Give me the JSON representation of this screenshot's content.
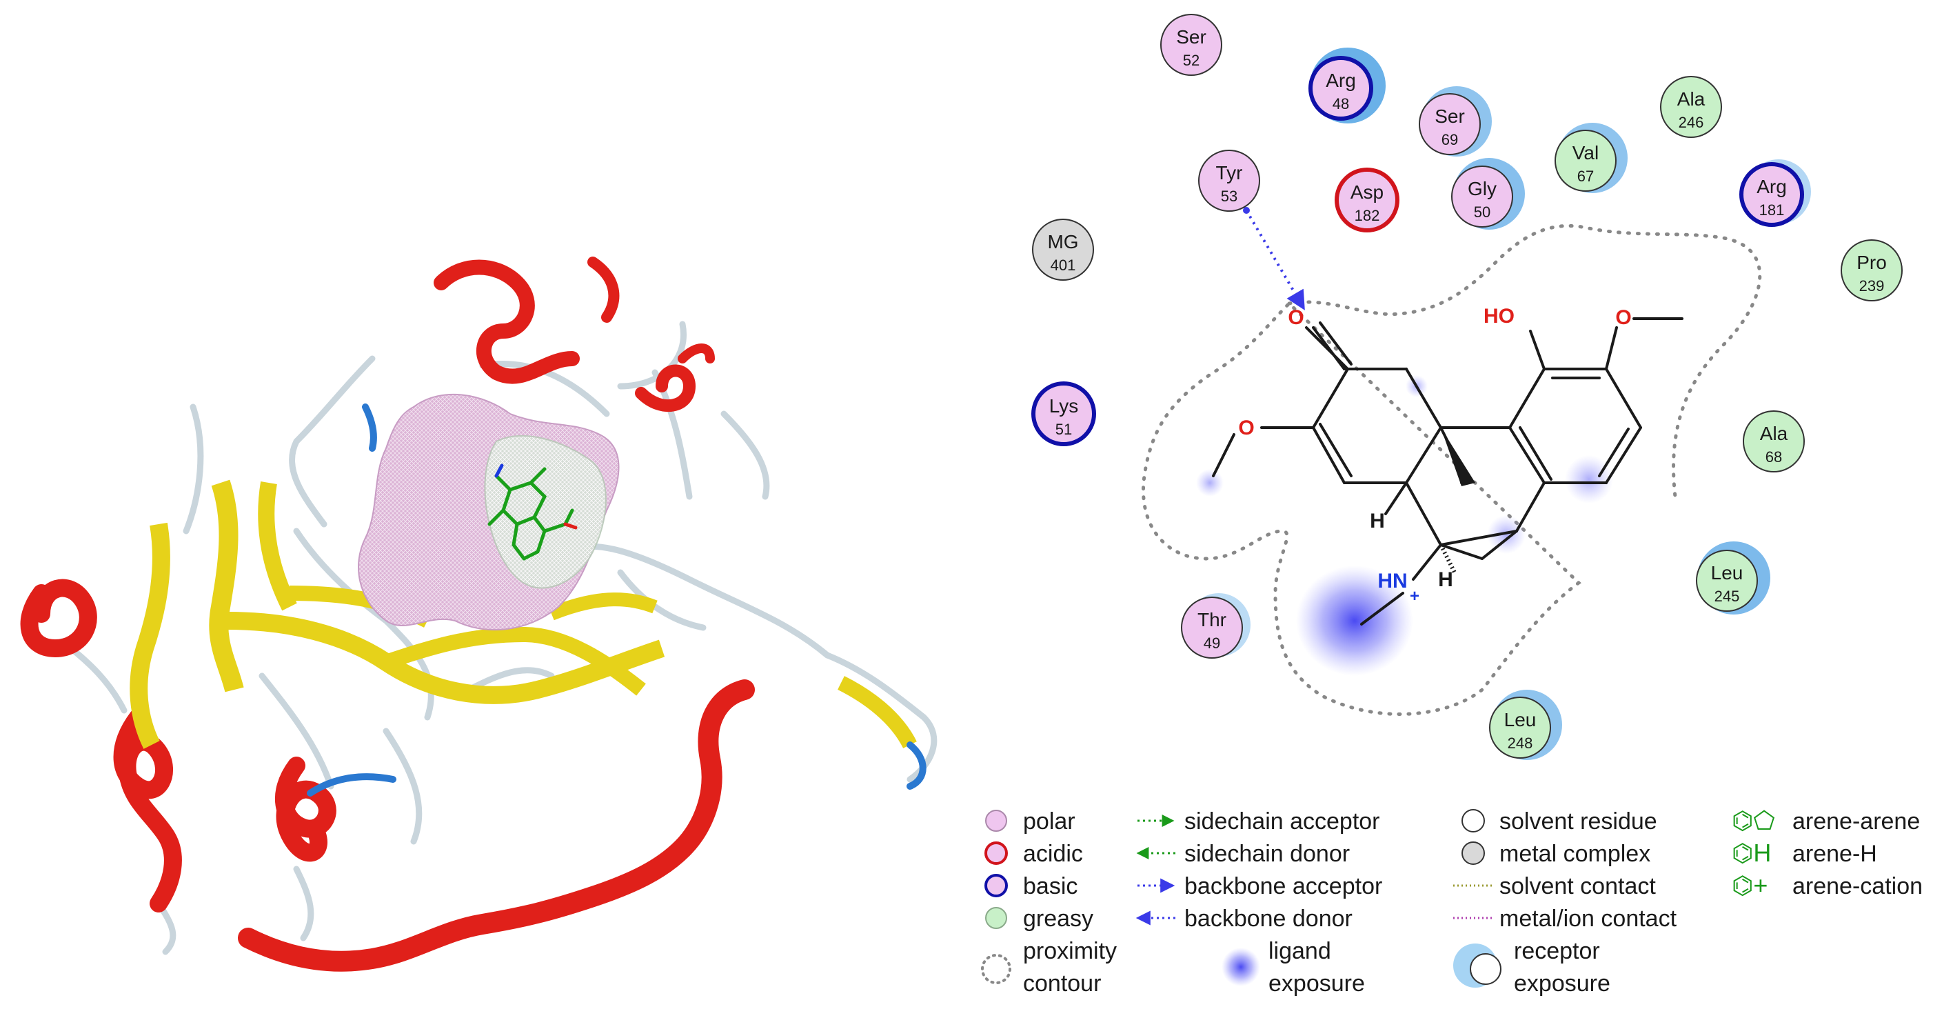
{
  "residues": [
    {
      "id": "ser52",
      "name": "Ser",
      "num": "52",
      "type": "polar"
    },
    {
      "id": "arg48",
      "name": "Arg",
      "num": "48",
      "type": "basic"
    },
    {
      "id": "ser69",
      "name": "Ser",
      "num": "69",
      "type": "polar"
    },
    {
      "id": "ala246",
      "name": "Ala",
      "num": "246",
      "type": "greasy"
    },
    {
      "id": "tyr53",
      "name": "Tyr",
      "num": "53",
      "type": "polar"
    },
    {
      "id": "asp182",
      "name": "Asp",
      "num": "182",
      "type": "acidic"
    },
    {
      "id": "gly50",
      "name": "Gly",
      "num": "50",
      "type": "polar"
    },
    {
      "id": "val67",
      "name": "Val",
      "num": "67",
      "type": "greasy"
    },
    {
      "id": "arg181",
      "name": "Arg",
      "num": "181",
      "type": "basic"
    },
    {
      "id": "mg401",
      "name": "MG",
      "num": "401",
      "type": "metal"
    },
    {
      "id": "pro239",
      "name": "Pro",
      "num": "239",
      "type": "greasy"
    },
    {
      "id": "lys51",
      "name": "Lys",
      "num": "51",
      "type": "basic"
    },
    {
      "id": "ala68",
      "name": "Ala",
      "num": "68",
      "type": "greasy"
    },
    {
      "id": "leu245",
      "name": "Leu",
      "num": "245",
      "type": "greasy"
    },
    {
      "id": "thr49",
      "name": "Thr",
      "num": "49",
      "type": "polar"
    },
    {
      "id": "leu248",
      "name": "Leu",
      "num": "248",
      "type": "greasy"
    }
  ],
  "atoms": {
    "ketone_o": "O",
    "hydroxyl": "HO",
    "methoxy_o1": "O",
    "methoxy_o2": "O",
    "h1": "H",
    "h2": "H",
    "nh": "HN",
    "charge": "+"
  },
  "legend": {
    "col1": [
      {
        "key": "polar",
        "label": "polar"
      },
      {
        "key": "acidic",
        "label": "acidic"
      },
      {
        "key": "basic",
        "label": "basic"
      },
      {
        "key": "greasy",
        "label": "greasy"
      },
      {
        "key": "proximity",
        "label_1": "proximity",
        "label_2": "contour"
      }
    ],
    "col2": [
      {
        "key": "sc_acc",
        "label": "sidechain acceptor"
      },
      {
        "key": "sc_don",
        "label": "sidechain donor"
      },
      {
        "key": "bb_acc",
        "label": "backbone acceptor"
      },
      {
        "key": "bb_don",
        "label": "backbone donor"
      },
      {
        "key": "lig_exp",
        "label_1": "ligand",
        "label_2": "exposure"
      }
    ],
    "col3": [
      {
        "key": "solvent_res",
        "label": "solvent residue"
      },
      {
        "key": "metal_cplx",
        "label": "metal complex"
      },
      {
        "key": "solv_contact",
        "label": "solvent contact"
      },
      {
        "key": "metal_contact",
        "label": "metal/ion contact"
      },
      {
        "key": "rec_exp",
        "label_1": "receptor",
        "label_2": "exposure"
      }
    ],
    "col4": [
      {
        "key": "arene_arene",
        "label": "arene-arene",
        "glyph": "⌬⬠"
      },
      {
        "key": "arene_h",
        "label": "arene-H",
        "glyph": "⌬H"
      },
      {
        "key": "arene_cation",
        "label": "arene-cation",
        "glyph": "⌬+"
      }
    ]
  },
  "colors": {
    "polar_fill": "#efc6ef",
    "greasy_fill": "#c8f0c8",
    "metal_fill": "#d9d9d9",
    "acidic_ring": "#d1141c",
    "basic_ring": "#1010a8",
    "plain_ring": "#333333",
    "exposure_blue": "#5aa8e6",
    "ligand_exposure": "#3a3af0",
    "helix": "#e0201a",
    "sheet": "#e6d21a",
    "coil": "#c8d4dc",
    "turn": "#2a78d0",
    "surface": "#d8a8d0",
    "ligand_green": "#1aa01a"
  }
}
